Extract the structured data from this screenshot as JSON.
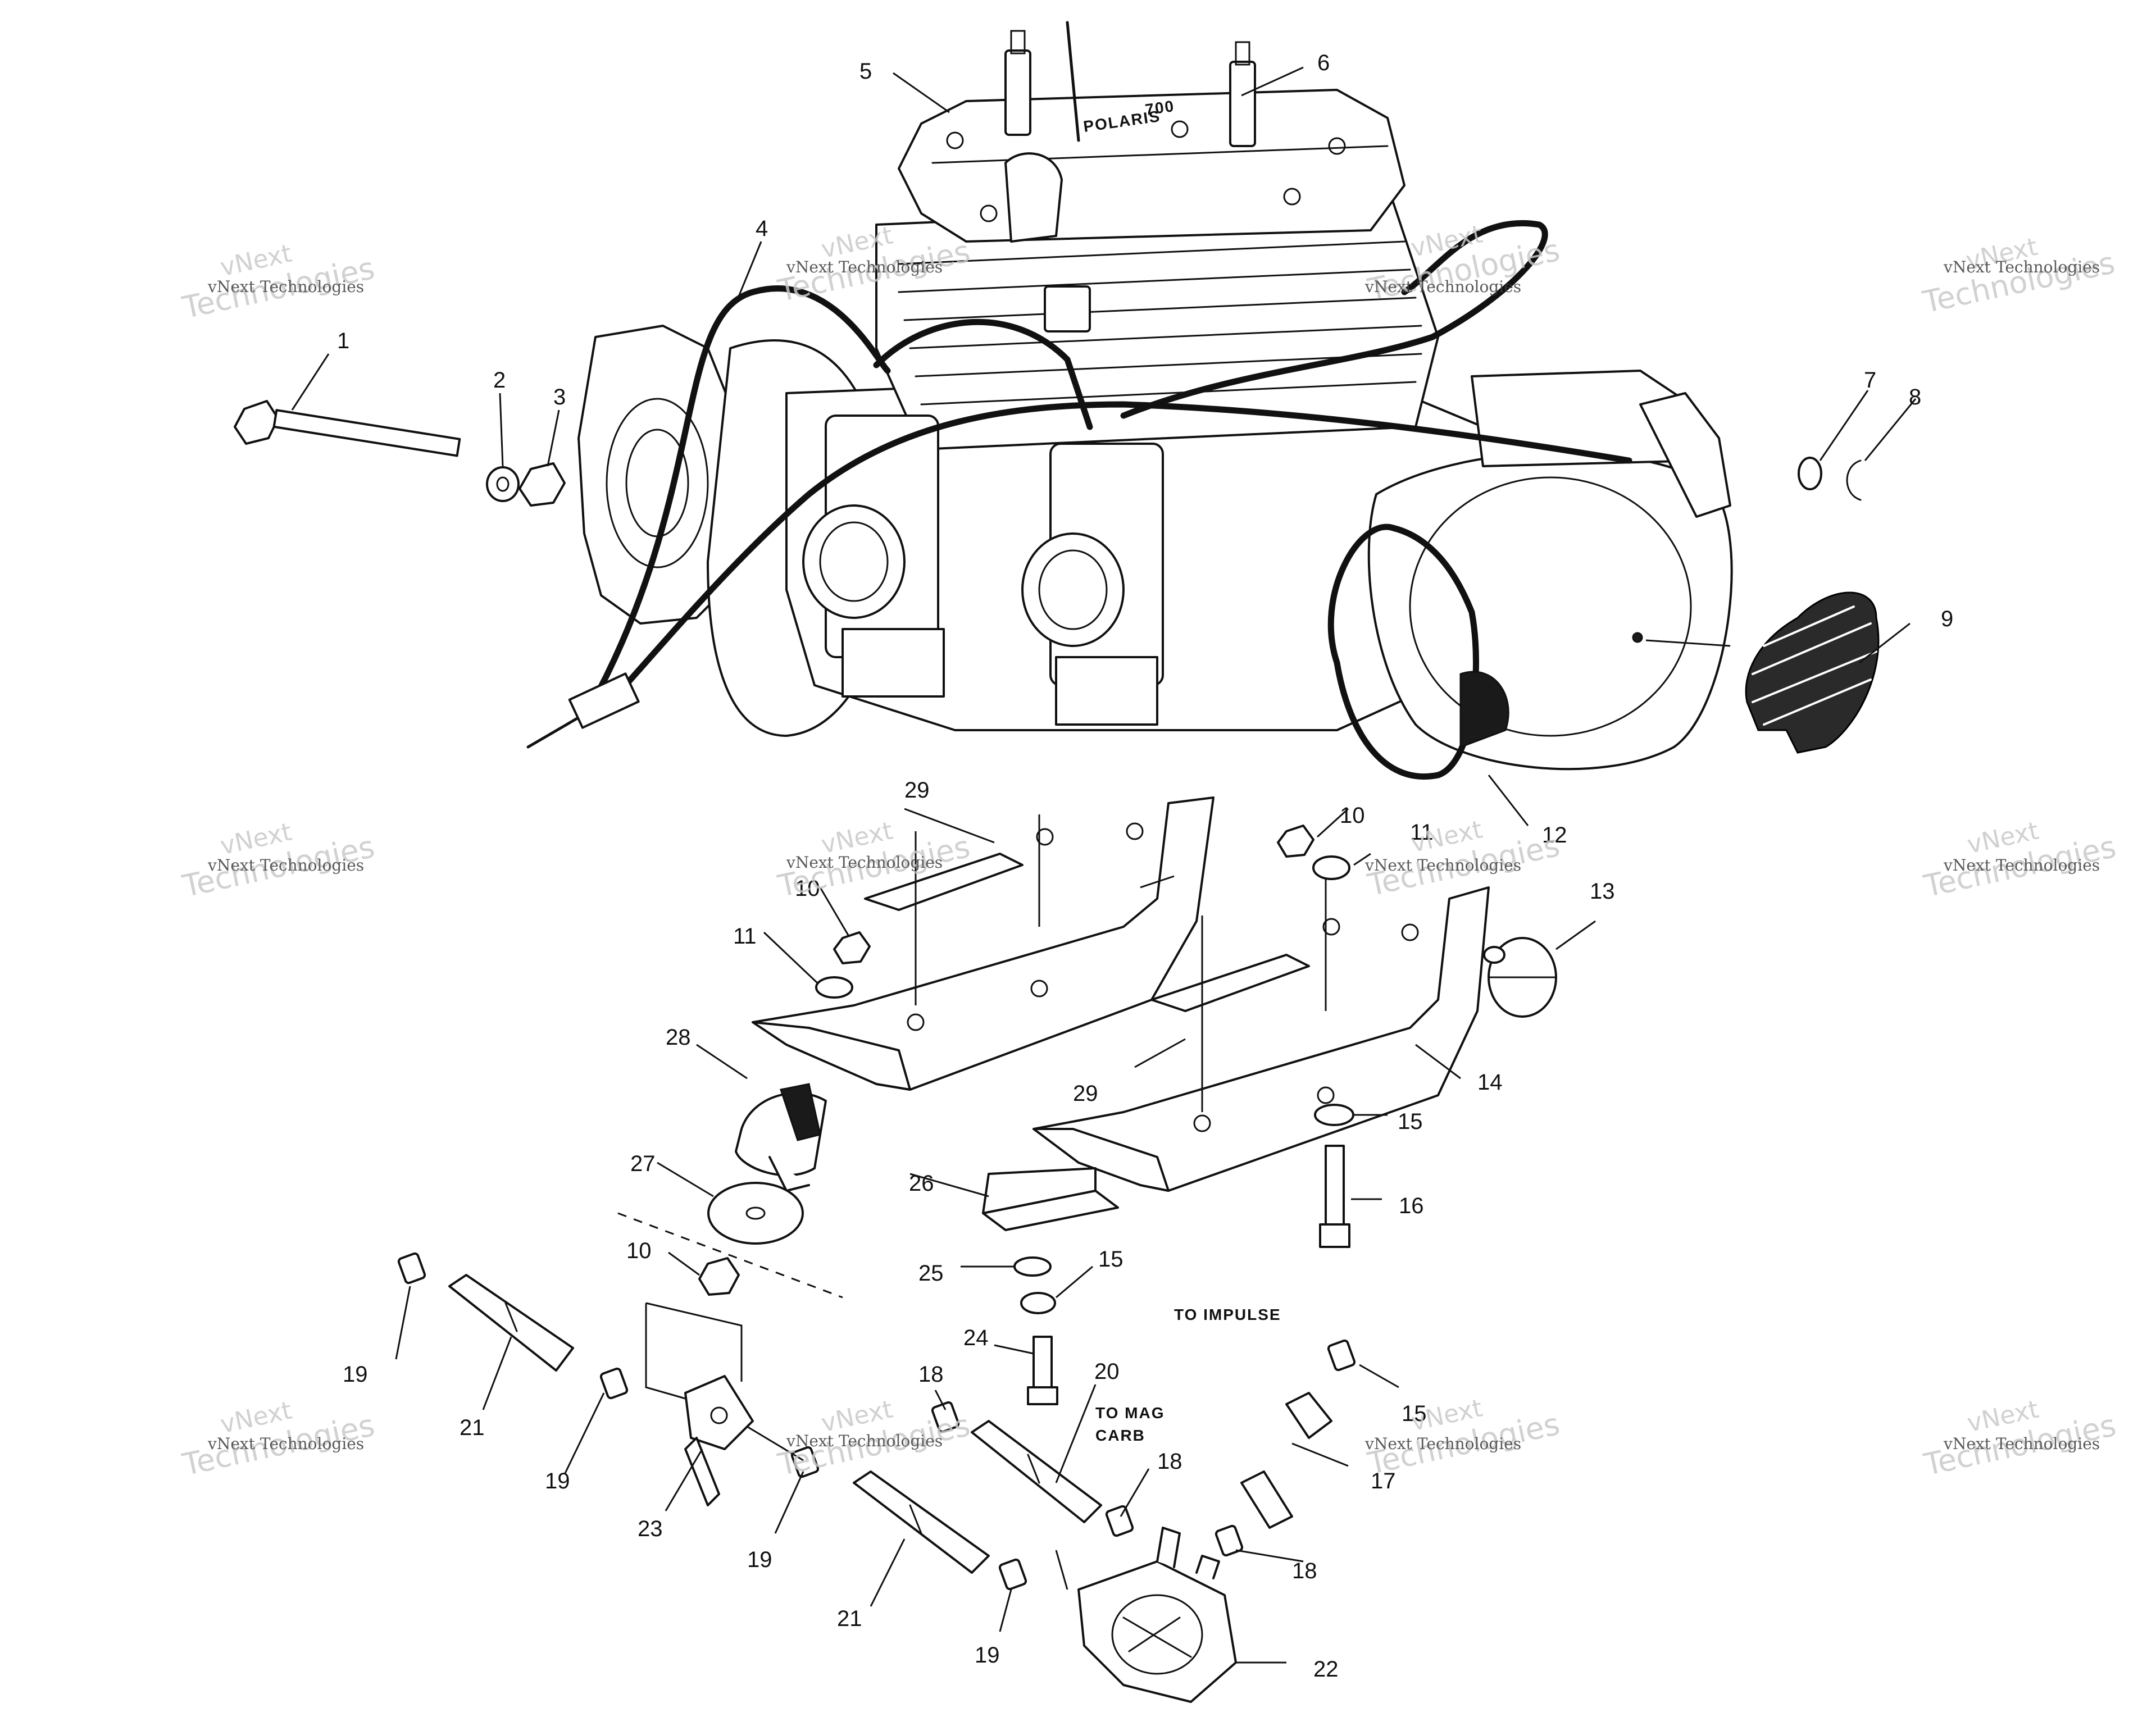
{
  "callouts": {
    "c1": "1",
    "c2": "2",
    "c3": "3",
    "c4": "4",
    "c5": "5",
    "c6": "6",
    "c7": "7",
    "c8": "8",
    "c9": "9",
    "c10a": "10",
    "c10b": "10",
    "c10c": "10",
    "c11a": "11",
    "c11b": "11",
    "c12": "12",
    "c13": "13",
    "c14": "14",
    "c15a": "15",
    "c15b": "15",
    "c15c": "15",
    "c16": "16",
    "c17": "17",
    "c18a": "18",
    "c18b": "18",
    "c18c": "18",
    "c19a": "19",
    "c19b": "19",
    "c19c": "19",
    "c19d": "19",
    "c20": "20",
    "c21a": "21",
    "c21b": "21",
    "c22": "22",
    "c23": "23",
    "c24": "24",
    "c25": "25",
    "c26": "26",
    "c27": "27",
    "c28": "28",
    "c29a": "29",
    "c29b": "29"
  },
  "notes": {
    "to_impulse": "TO IMPULSE",
    "to_mag_line1": "TO MAG",
    "to_mag_line2": "CARB"
  },
  "engine_markings": {
    "head_brand": "POLARIS",
    "head_size": "700"
  },
  "watermark": {
    "line1": "vNext",
    "line2": "Technologies",
    "small": "vNext Technologies"
  }
}
